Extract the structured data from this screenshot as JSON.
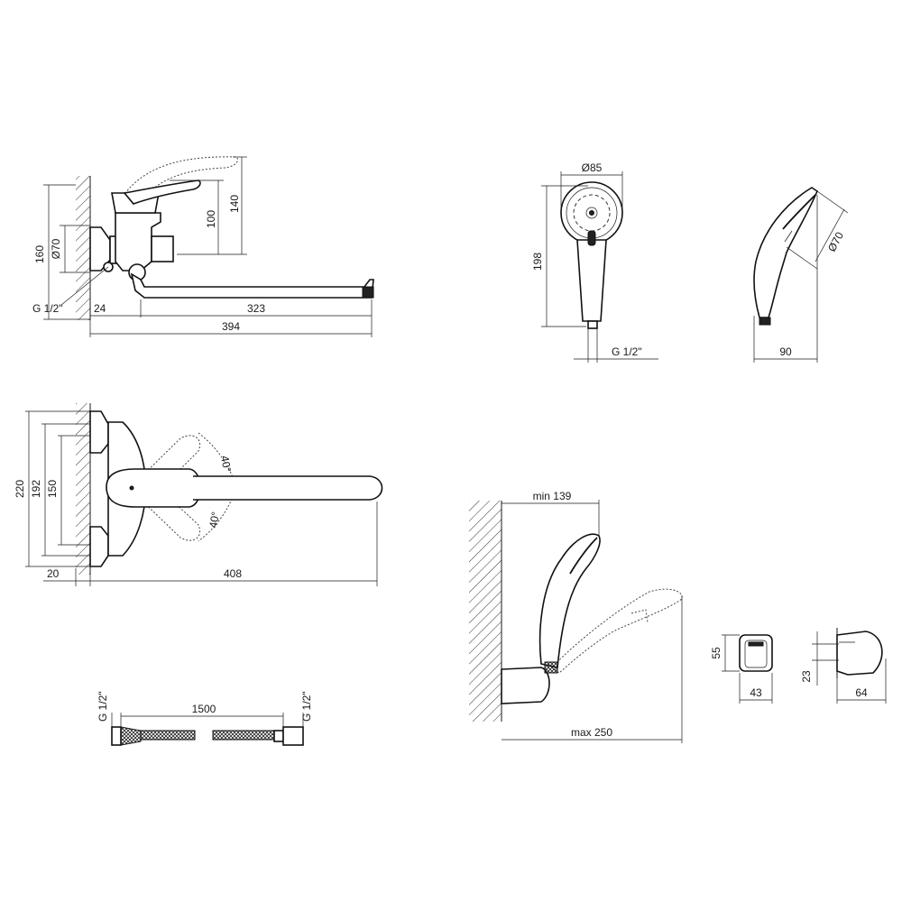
{
  "views": {
    "mixer_side": {
      "height_outer": "160",
      "diameter": "Ø70",
      "thread": "G 1/2\"",
      "handle_height": "100",
      "lever_height": "140",
      "wall_offset": "24",
      "spout_reach": "323",
      "total_length": "394"
    },
    "mixer_top": {
      "height_outer": "220",
      "height_mid": "192",
      "height_inner": "150",
      "angle_up": "40°",
      "angle_down": "40°",
      "wall_offset": "20",
      "total_length": "408"
    },
    "hand_shower_front": {
      "head_diameter": "Ø85",
      "length": "198",
      "thread": "G 1/2\""
    },
    "hand_shower_side": {
      "head_diameter": "Ø70",
      "depth": "90"
    },
    "wall_holder": {
      "min_reach": "min 139",
      "max_reach": "max 250"
    },
    "holder_front": {
      "height": "55",
      "width": "43"
    },
    "holder_side": {
      "height": "23",
      "width": "64"
    },
    "hose": {
      "length": "1500",
      "thread_left": "G 1/2\"",
      "thread_right": "G 1/2\""
    }
  }
}
